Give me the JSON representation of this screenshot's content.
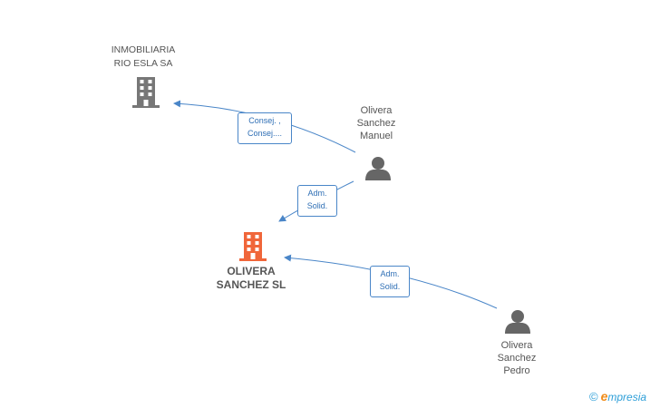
{
  "nodes": {
    "inmobiliaria": {
      "line1": "INMOBILIARIA",
      "line2": "RIO ESLA SA",
      "icon": "building-icon",
      "color": "#777777"
    },
    "manuel": {
      "line1": "Olivera",
      "line2": "Sanchez",
      "line3": "Manuel",
      "icon": "person-icon",
      "color": "#666666"
    },
    "olivera_sl": {
      "line1": "OLIVERA",
      "line2": "SANCHEZ SL",
      "icon": "building-icon",
      "color": "#f0663a"
    },
    "pedro": {
      "line1": "Olivera",
      "line2": "Sanchez",
      "line3": "Pedro",
      "icon": "person-icon",
      "color": "#666666"
    }
  },
  "edges": {
    "manuel_to_inmobiliaria": {
      "line1": "Consej. ,",
      "line2": "Consej...."
    },
    "manuel_to_olivera": {
      "line1": "Adm.",
      "line2": "Solid."
    },
    "pedro_to_olivera": {
      "line1": "Adm.",
      "line2": "Solid."
    }
  },
  "colors": {
    "edge": "#4a86c8",
    "edge_text": "#2f6fb5"
  },
  "brand": {
    "copyright": "©",
    "initial": "e",
    "rest": "mpresia"
  }
}
